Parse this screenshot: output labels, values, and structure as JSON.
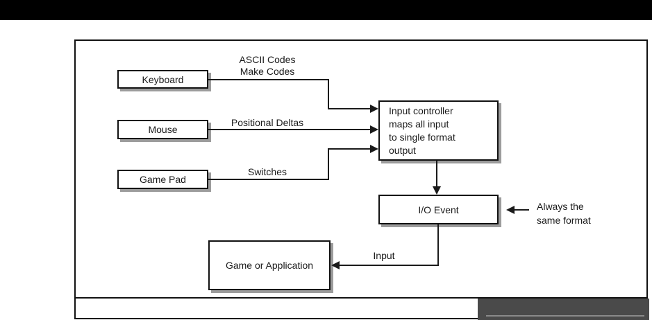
{
  "page": {
    "background": "#ffffff",
    "top_bar_color": "#000000",
    "line_color": "#1a1a1a",
    "box_shadow_color": "#9c9c9c",
    "scan_strip_color": "#4a4a4a",
    "scan_strip_line_color": "#8a8a8a"
  },
  "diagram": {
    "nodes": {
      "keyboard": {
        "label": "Keyboard"
      },
      "mouse": {
        "label": "Mouse"
      },
      "gamepad": {
        "label": "Game Pad"
      },
      "input_controller": {
        "lines": [
          "Input controller",
          "maps all input",
          "to single format",
          "output"
        ]
      },
      "io_event": {
        "label": "I/O Event"
      },
      "game_or_application": {
        "label": "Game or Application"
      }
    },
    "edge_labels": {
      "keyboard_to_controller": [
        "ASCII Codes",
        "Make Codes"
      ],
      "mouse_to_controller": "Positional Deltas",
      "gamepad_to_controller": "Switches",
      "io_event_to_application": "Input"
    },
    "annotation": [
      "Always the",
      "same format"
    ]
  }
}
